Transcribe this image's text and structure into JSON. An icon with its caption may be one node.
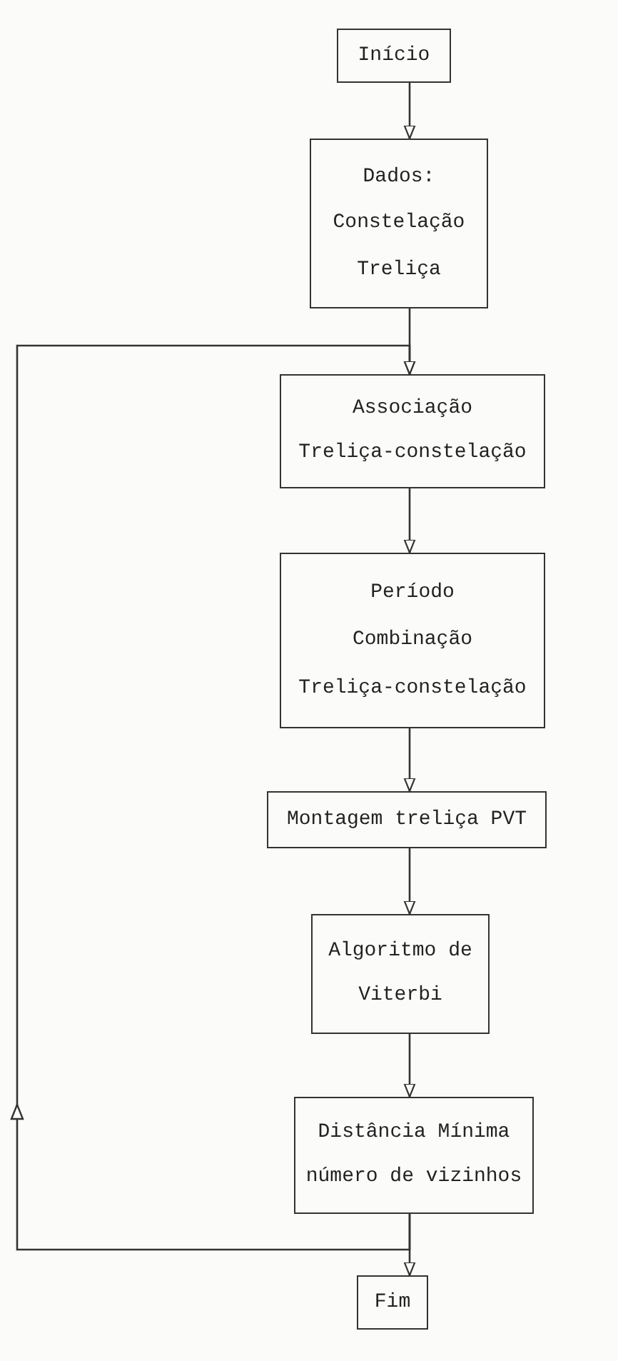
{
  "diagram": {
    "nodes": [
      {
        "text": [
          "Início"
        ]
      },
      {
        "text": [
          "Dados:",
          "Constelação",
          "Treliça"
        ]
      },
      {
        "text": [
          "Associação",
          "Treliça-constelação"
        ]
      },
      {
        "text": [
          "Período",
          "Combinação",
          "Treliça-constelação"
        ]
      },
      {
        "text": [
          "Montagem treliça PVT"
        ]
      },
      {
        "text": [
          "Algoritmo de",
          "Viterbi"
        ]
      },
      {
        "text": [
          "Distância Mínima",
          "número de vizinhos"
        ]
      },
      {
        "text": [
          "Fim"
        ]
      }
    ],
    "edges": [
      {
        "from": 0,
        "to": 1,
        "arrow": "to"
      },
      {
        "from": 1,
        "to": 2,
        "arrow": "to"
      },
      {
        "from": 2,
        "to": 3,
        "arrow": "to"
      },
      {
        "from": 3,
        "to": 4,
        "arrow": "to"
      },
      {
        "from": 4,
        "to": 5,
        "arrow": "to"
      },
      {
        "from": 5,
        "to": 6,
        "arrow": "to"
      },
      {
        "from": 6,
        "to": 7,
        "arrow": "to"
      },
      {
        "from": 6,
        "to": 2,
        "arrow": "to"
      }
    ]
  }
}
